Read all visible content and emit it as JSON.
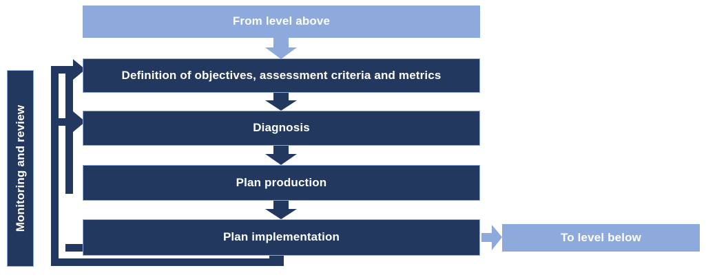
{
  "diagram": {
    "title": "Policy cycle flow diagram",
    "colors": {
      "dark_blue": "#23385F",
      "light_blue": "#8EA9DB",
      "background": "#FFFFFF",
      "text": "#FFFFFF"
    },
    "side_label": {
      "text": "Monitoring and review",
      "orientation": "vertical-rotated-90"
    },
    "entry": {
      "label": "From level above",
      "style": "light"
    },
    "exit": {
      "label": "To level below",
      "style": "light"
    },
    "steps": [
      {
        "label": "Definition of objectives, assessment criteria and metrics",
        "style": "dark"
      },
      {
        "label": "Diagnosis",
        "style": "dark"
      },
      {
        "label": "Plan production",
        "style": "dark"
      },
      {
        "label": "Plan implementation",
        "style": "dark"
      }
    ],
    "connectors": [
      {
        "name": "entry-to-step-1",
        "direction": "down",
        "style": "light"
      },
      {
        "name": "step-1-to-step-2",
        "direction": "down",
        "style": "dark"
      },
      {
        "name": "step-2-to-step-3",
        "direction": "down",
        "style": "dark"
      },
      {
        "name": "step-3-to-step-4",
        "direction": "down",
        "style": "dark"
      },
      {
        "name": "step-4-to-exit",
        "direction": "right",
        "style": "light"
      },
      {
        "name": "feedback-loop-to-step-1",
        "direction": "up-left-right",
        "style": "dark-outline"
      },
      {
        "name": "feedback-loop-to-step-2",
        "direction": "up-left-right",
        "style": "dark-outline"
      }
    ]
  }
}
